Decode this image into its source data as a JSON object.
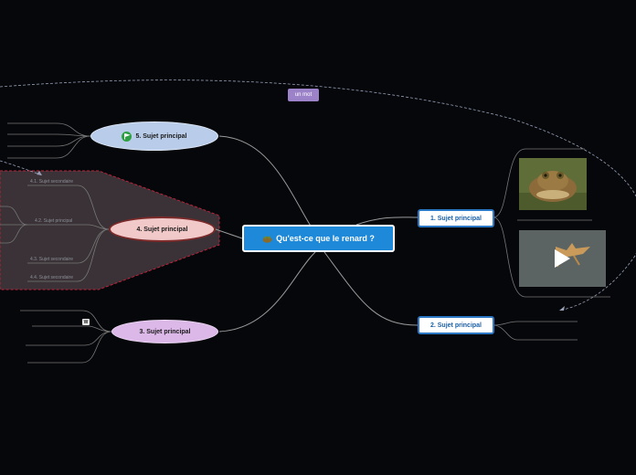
{
  "central": {
    "label": "Qu'est-ce que le renard ?",
    "icon": "toad-icon"
  },
  "topics": [
    {
      "id": "t1",
      "label": "1. Sujet principal"
    },
    {
      "id": "t2",
      "label": "2. Sujet principal"
    },
    {
      "id": "t3",
      "label": "3. Sujet principal"
    },
    {
      "id": "t4",
      "label": "4. Sujet principal",
      "subs": [
        "4.1. Sujet secondaire",
        "4.2. Sujet principal",
        "4.3. Sujet secondaire",
        "4.4. Sujet secondaire"
      ]
    },
    {
      "id": "t5",
      "label": "5. Sujet principal",
      "icon": "green-flag-icon"
    }
  ],
  "relationship_label": "un mot",
  "topic3_badge": "W",
  "colors": {
    "background": "#05070b",
    "central_fill": "#1e88d9",
    "topic_box_border": "#2b78c6",
    "topic5_fill": "#b9cdea",
    "topic4_fill": "#f1c9c9",
    "topic3_fill": "#dcb8e8",
    "boundary_fill": "#3a3236",
    "boundary_stroke": "#c0203a",
    "relationship": "#9c82c8"
  }
}
